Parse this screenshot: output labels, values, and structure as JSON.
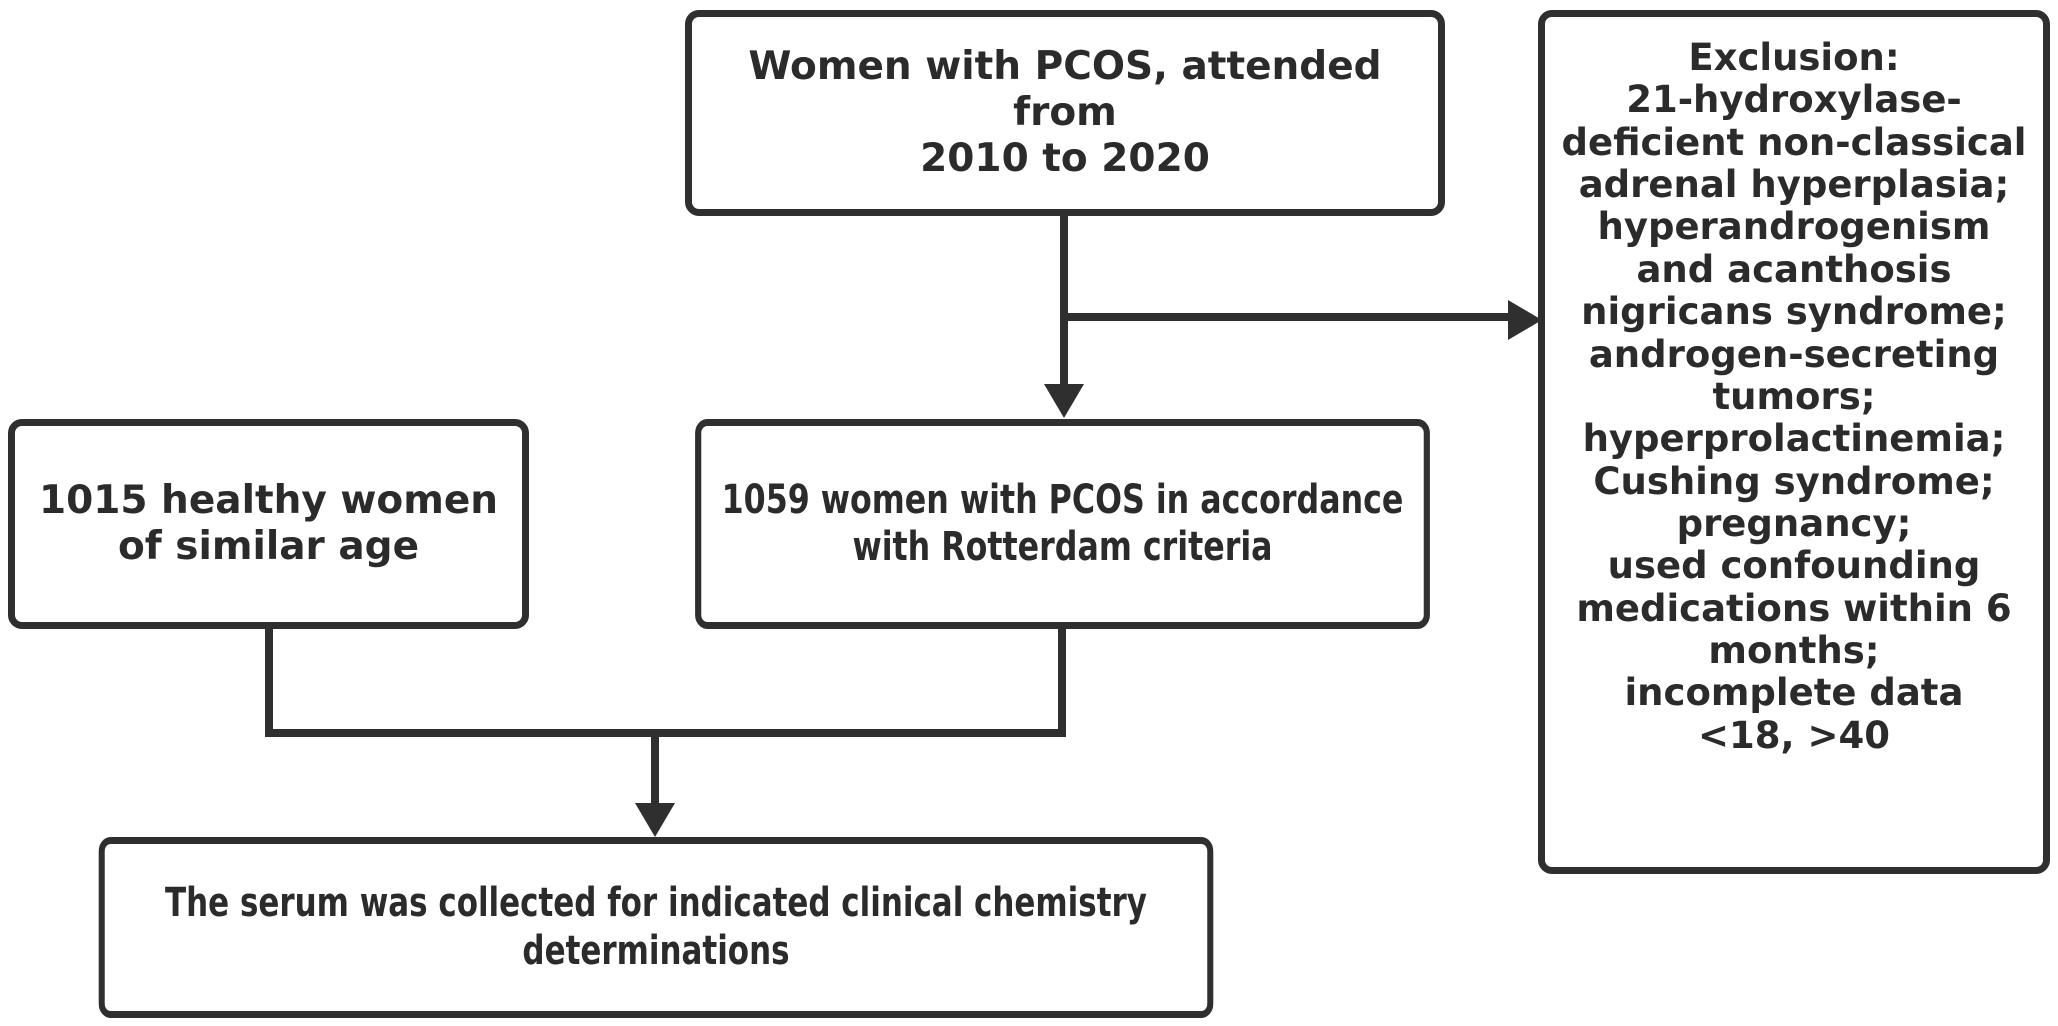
{
  "diagram": {
    "title": "PCOS study participant flow",
    "colors": {
      "stroke": "#2f2f2f",
      "text": "#2b2b2b",
      "background": "#ffffff"
    },
    "nodes": {
      "top": {
        "id": "women-with-pcos",
        "text": "Women with PCOS,  attended from\n2010 to 2020"
      },
      "exclusion": {
        "id": "exclusion-criteria",
        "text": "Exclusion:\n21-hydroxylase-\ndeficient non-classical\nadrenal hyperplasia;\nhyperandrogenism\nand acanthosis\nnigricans syndrome;\nandrogen-secreting\ntumors;\nhyperprolactinemia;\nCushing syndrome;\npregnancy;\nused confounding\nmedications within 6\nmonths;\nincomplete data\n<18,  >40"
      },
      "healthy": {
        "id": "healthy-controls",
        "text": "1015 healthy women\nof similar age"
      },
      "rotterdam": {
        "id": "pcos-rotterdam",
        "text": "1059 women with PCOS in accordance\nwith Rotterdam criteria"
      },
      "serum": {
        "id": "serum-collection",
        "text": "The serum was collected for indicated clinical chemistry\ndeterminations"
      }
    },
    "edges": [
      {
        "id": "top-to-rotterdam",
        "from": "women-with-pcos",
        "to": "pcos-rotterdam",
        "direction": "down",
        "arrow": true
      },
      {
        "id": "top-to-exclusion",
        "from": "women-with-pcos",
        "to": "exclusion-criteria",
        "direction": "right",
        "arrow": true
      },
      {
        "id": "healthy-to-serum",
        "from": "healthy-controls",
        "to": "serum-collection",
        "direction": "down",
        "arrow": false
      },
      {
        "id": "rotterdam-to-serum",
        "from": "pcos-rotterdam",
        "to": "serum-collection",
        "direction": "down",
        "arrow": true
      }
    ]
  }
}
